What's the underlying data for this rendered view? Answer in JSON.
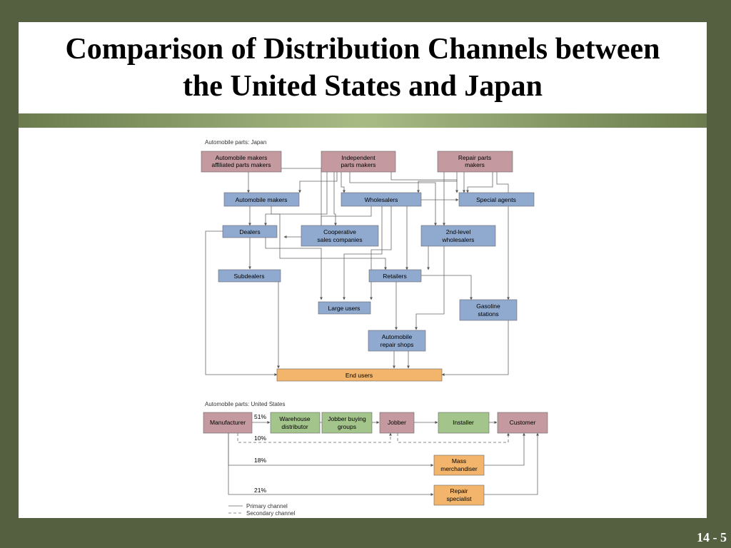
{
  "slide": {
    "title_line1": "Comparison of Distribution Channels between",
    "title_line2": "the United States and Japan",
    "page_number": "14 - 5"
  },
  "colors": {
    "frame": "#556040",
    "maker_box": "#c49aa0",
    "channel_box": "#8fa9cf",
    "end_box": "#f2b56b",
    "us_green_box": "#a3c48a"
  },
  "japan": {
    "heading": "Automobile parts: Japan",
    "boxes": {
      "affiliated": [
        "Automobile makers",
        "affiliated parts makers"
      ],
      "independent": [
        "Independent",
        "parts makers"
      ],
      "repair_makers": [
        "Repair parts",
        "makers"
      ],
      "auto_makers": "Automobile makers",
      "wholesalers": "Wholesalers",
      "special_agents": "Special agents",
      "dealers": "Dealers",
      "cooperative": [
        "Cooperative",
        "sales companies"
      ],
      "second_level": [
        "2nd-level",
        "wholesalers"
      ],
      "subdealers": "Subdealers",
      "retailers": "Retailers",
      "large_users": "Large users",
      "gasoline": [
        "Gasoline",
        "stations"
      ],
      "repair_shops": [
        "Automobile",
        "repair shops"
      ],
      "end_users": "End users"
    }
  },
  "us": {
    "heading": "Automobile parts: United States",
    "boxes": {
      "manufacturer": "Manufacturer",
      "warehouse": [
        "Warehouse",
        "distributor"
      ],
      "jobber_groups": [
        "Jobber buying",
        "groups"
      ],
      "jobber": "Jobber",
      "installer": "Installer",
      "customer": "Customer",
      "mass": [
        "Mass",
        "merchandiser"
      ],
      "repair_specialist": [
        "Repair",
        "specialist"
      ]
    },
    "percent_51": "51%",
    "percent_10": "10%",
    "percent_18": "18%",
    "percent_21": "21%",
    "legend_primary": "Primary channel",
    "legend_secondary": "Secondary channel"
  }
}
